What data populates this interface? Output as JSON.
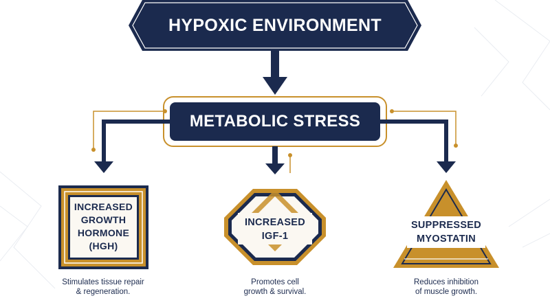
{
  "top_node": {
    "label": "HYPOXIC ENVIRONMENT"
  },
  "middle_node": {
    "label": "METABOLIC STRESS"
  },
  "outcomes": [
    {
      "shape": "square",
      "title_lines": [
        "INCREASED",
        "GROWTH",
        "HORMONE",
        "(HGH)"
      ],
      "caption_lines": [
        "Stimulates tissue repair",
        "& regeneration."
      ]
    },
    {
      "shape": "octagon",
      "title_lines": [
        "INCREASED",
        "IGF-1"
      ],
      "caption_lines": [
        "Promotes cell",
        "growth & survival."
      ]
    },
    {
      "shape": "triangle",
      "title_lines": [
        "SUPPRESSED",
        "MYOSTATIN"
      ],
      "caption_lines": [
        "Reduces inhibition",
        "of muscle growth."
      ]
    }
  ],
  "colors": {
    "navy": "#1b2a4e",
    "gold": "#c8902b",
    "cream": "#fbf8f2",
    "background": "#ffffff"
  }
}
